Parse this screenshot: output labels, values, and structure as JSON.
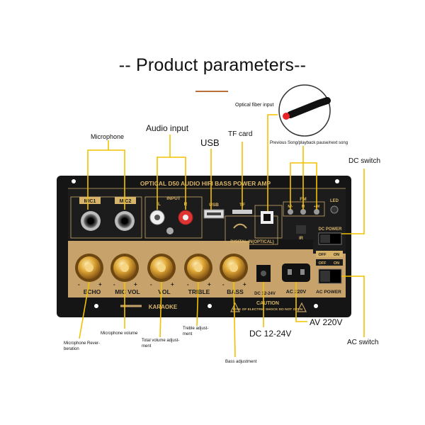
{
  "title": "-- Product parameters--",
  "callouts": {
    "optical_fiber_input": "Optical fiber input",
    "audio_input": "Audio input",
    "usb": "USB",
    "tf_card": "TF card",
    "microphone": "Microphone",
    "previous_song": "Previous Song/playback pause/next song",
    "dc_switch": "DC switch",
    "microphone_reverberation_1": "Microphone Rever-",
    "microphone_reverberation_2": "beration",
    "microphone_volume": "Microphone volume",
    "total_volume_1": "Total volume adjust-",
    "total_volume_2": "ment",
    "treble_1": "Treble adjust-",
    "treble_2": "ment",
    "bass_adjustment": "Bass adjustment",
    "dc_12_24v": "DC 12-24V",
    "av_220v": "AV 220V",
    "ac_switch": "AC switch"
  },
  "panel": {
    "header": "OPTICAL D50 AUDIO HIFI    BASS POWER AMP",
    "mic1": "MIC1",
    "mic2": "MIC2",
    "input": "INPUT",
    "input_l": "L",
    "input_r": "R",
    "usb": "USB",
    "tf": "TF",
    "fm": "FM",
    "fm_prev": "M/-",
    "fm_play": "M",
    "fm_next": "+/M",
    "led": "LED",
    "ir": "IR",
    "digital_in": "DIGITAL IN(OPTICAL)",
    "dc_power": "DC POWER",
    "ac_power": "AC POWER",
    "off": "OFF",
    "on": "ON",
    "echo": "ECHO",
    "mic_vol": "MIC VOL",
    "vol": "VOL",
    "treble": "TRIBLE",
    "bass": "BASS",
    "minus": "-",
    "plus": "+",
    "dc_12_24v": "DC 12-24V",
    "ac_220v": "AC 220V",
    "karaoke": "KARAOKE",
    "caution": "CAUTION",
    "caution_sub": "RISK OF ELECTRIC SHOCK DO NOT OPEN"
  },
  "colors": {
    "callout_line": "#f2c200",
    "panel_black": "#151515",
    "panel_gold": "#c7a26a",
    "knob_gold": "#d49a2c"
  }
}
